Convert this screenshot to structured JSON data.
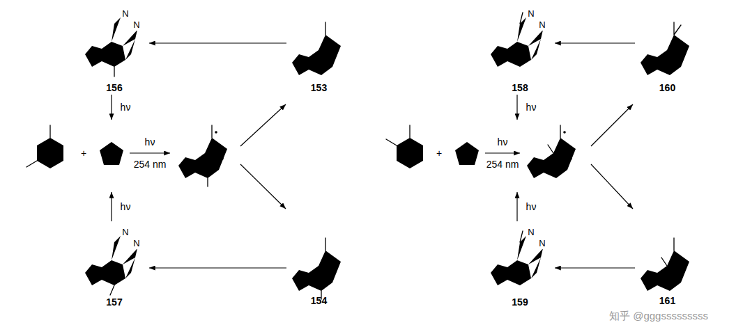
{
  "diagram": {
    "nodes": [
      {
        "text": [
          "156"
        ]
      },
      {
        "text": [
          "153"
        ]
      },
      {
        "text": [
          "157"
        ]
      },
      {
        "text": [
          "154"
        ]
      },
      {
        "text": [
          "158"
        ]
      },
      {
        "text": [
          "160"
        ]
      },
      {
        "text": [
          "159"
        ]
      },
      {
        "text": [
          "161"
        ]
      }
    ],
    "edges": [
      {
        "from": 1,
        "to": 0,
        "arrow": "to"
      },
      {
        "from": 3,
        "to": 2,
        "arrow": "to"
      },
      {
        "from": 5,
        "to": 4,
        "arrow": "to"
      },
      {
        "from": 7,
        "to": 6,
        "arrow": "to"
      }
    ],
    "labels": [
      "N",
      "N",
      "hν",
      "+",
      "hν",
      "254 nm",
      "hν",
      "N",
      "N",
      "N",
      "N",
      "hν",
      "+",
      "hν",
      "254 nm",
      "hν",
      "N",
      "N",
      "知乎 @gggsssssssss"
    ]
  }
}
